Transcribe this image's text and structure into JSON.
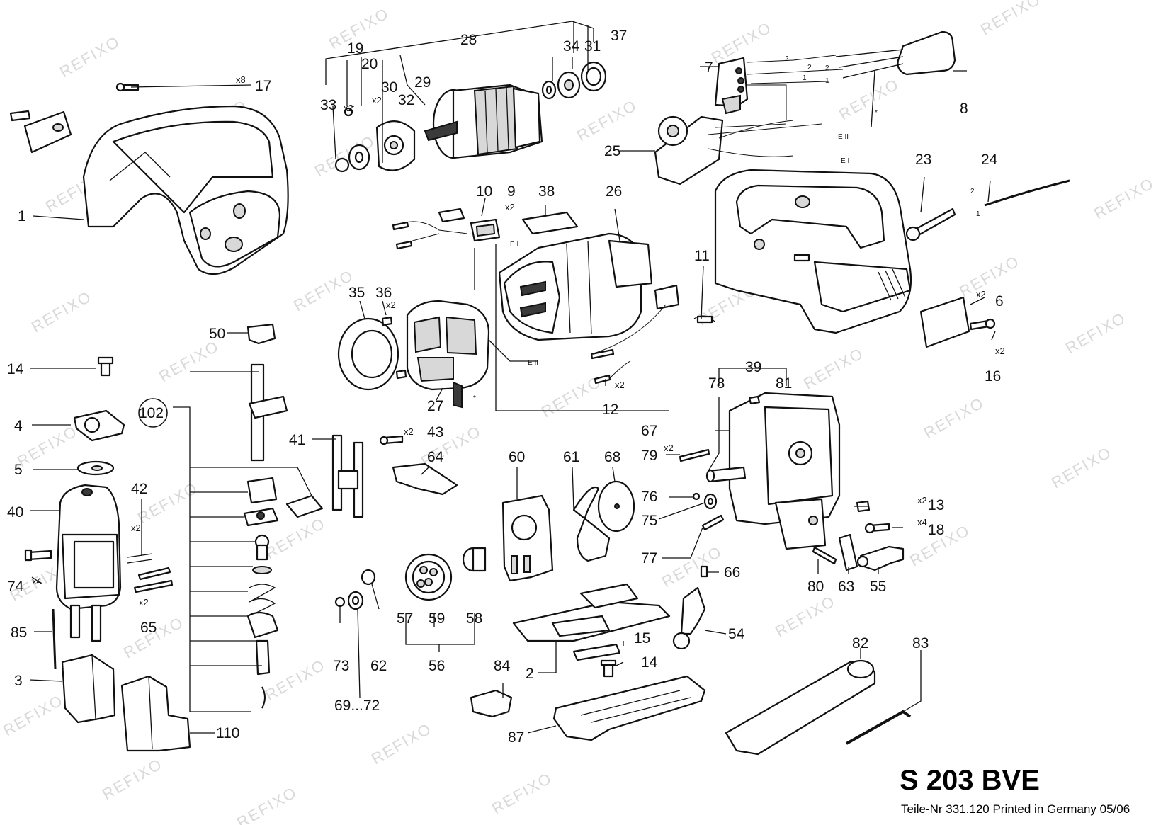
{
  "model_title": "S 203 BVE",
  "footer_text": "Teile-Nr 331.120 Printed in Germany 05/06",
  "watermark": "REFIXO",
  "part_labels": {
    "p1": "1",
    "p2": "2",
    "p3": "3",
    "p4": "4",
    "p5": "5",
    "p6": "6",
    "p7": "7",
    "p8": "8",
    "p9": "9",
    "p10": "10",
    "p11": "11",
    "p12": "12",
    "p13": "13",
    "p14a": "14",
    "p14b": "14",
    "p15": "15",
    "p16": "16",
    "p17": "17",
    "p18": "18",
    "p19": "19",
    "p20": "20",
    "p23": "23",
    "p24": "24",
    "p25": "25",
    "p26": "26",
    "p27": "27",
    "p28": "28",
    "p29": "29",
    "p30": "30",
    "p31": "31",
    "p32": "32",
    "p33": "33",
    "p34": "34",
    "p35": "35",
    "p36": "36",
    "p37": "37",
    "p38": "38",
    "p39": "39",
    "p40": "40",
    "p41": "41",
    "p42": "42",
    "p43": "43",
    "p50": "50",
    "p54": "54",
    "p55": "55",
    "p56": "56",
    "p57": "57",
    "p58": "58",
    "p59": "59",
    "p60": "60",
    "p61": "61",
    "p62": "62",
    "p63": "63",
    "p64": "64",
    "p65": "65",
    "p66": "66",
    "p67": "67",
    "p68": "68",
    "p69": "69...72",
    "p73": "73",
    "p74": "74",
    "p75": "75",
    "p76": "76",
    "p77": "77",
    "p78": "78",
    "p79": "79",
    "p80": "80",
    "p81": "81",
    "p82": "82",
    "p83": "83",
    "p84": "84",
    "p85": "85",
    "p87": "87",
    "p102": "102",
    "p110": "110"
  },
  "quantity_marks": {
    "q17": "x8",
    "q19": "x2",
    "q20": "x2",
    "q9": "x2",
    "q36": "x2",
    "q6": "x2",
    "q16": "x2",
    "q12": "x2",
    "q43": "x2",
    "q42": "x2",
    "q74": "x4",
    "q65": "x2",
    "q79": "x2",
    "q13": "x2",
    "q18": "x4"
  },
  "wire_marks": {
    "w_e1_a": "E I",
    "w_e2_a": "E II",
    "w_e1_b": "E I",
    "w_e2_b": "E II",
    "w_2a": "2",
    "w_2b": "2",
    "w_2c": "2",
    "w_1a": "1",
    "w_1b": "1",
    "w_2d": "2",
    "w_1c": "1",
    "w_star_a": "*",
    "w_star_b": "*"
  }
}
